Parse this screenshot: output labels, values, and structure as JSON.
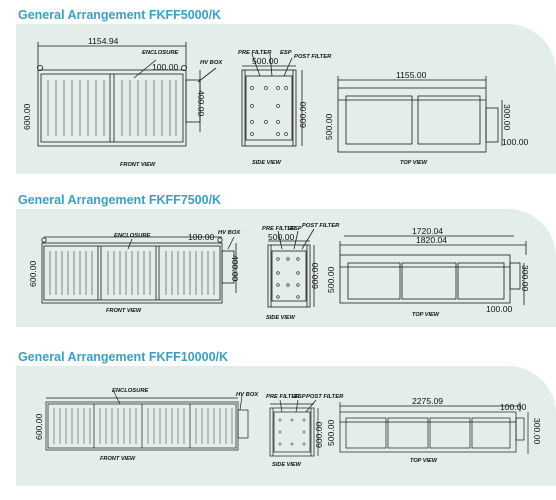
{
  "sections": [
    {
      "title": "General Arrangement FKFF5000/K",
      "front": {
        "width": "1154.94",
        "height": "600.00",
        "enclosure": "ENCLOSURE",
        "box_offset": "100.00",
        "hv_box": "HV BOX",
        "box_height": "400.00",
        "caption": "FRONT VIEW"
      },
      "side": {
        "pre_filter": "PRE FILTER",
        "esp": "ESP",
        "post_filter": "POST FILTER",
        "width": "500.00",
        "height": "600.00",
        "caption": "SIDE VIEW"
      },
      "top": {
        "length": "1155.00",
        "width": "500.00",
        "box_depth": "300.00",
        "box_offset": "100.00",
        "caption": "TOP VIEW"
      }
    },
    {
      "title": "General Arrangement FKFF7500/K",
      "front": {
        "height": "600.00",
        "enclosure": "ENCLOSURE",
        "box_offset": "100.00",
        "hv_box": "HV BOX",
        "box_height": "400.00",
        "caption": "FRONT VIEW"
      },
      "side": {
        "pre_filter": "PRE FILTER",
        "esp": "ESP",
        "post_filter": "POST FILTER",
        "width": "500.00",
        "height": "600.00",
        "caption": "SIDE VIEW"
      },
      "top": {
        "length": "1720.04",
        "overall": "1820.04",
        "width": "500.00",
        "box_depth": "300.00",
        "box_offset": "100.00",
        "caption": "TOP VIEW"
      }
    },
    {
      "title": "General Arrangement FKFF10000/K",
      "front": {
        "height": "600.00",
        "enclosure": "ENCLOSURE",
        "hv_box": "HV BOX",
        "caption": "FRONT VIEW"
      },
      "side": {
        "pre_filter": "PRE FILTER",
        "esp": "ESP",
        "post_filter": "POST FILTER",
        "height": "600.00",
        "caption": "SIDE VIEW"
      },
      "top": {
        "length": "2275.09",
        "width": "500.00",
        "box_offset": "100.00",
        "box_depth": "300.00",
        "caption": "TOP VIEW"
      }
    }
  ],
  "colors": {
    "title": "#3a9fc9",
    "panel": "#e3eeeb",
    "line": "#1a1a1a"
  }
}
